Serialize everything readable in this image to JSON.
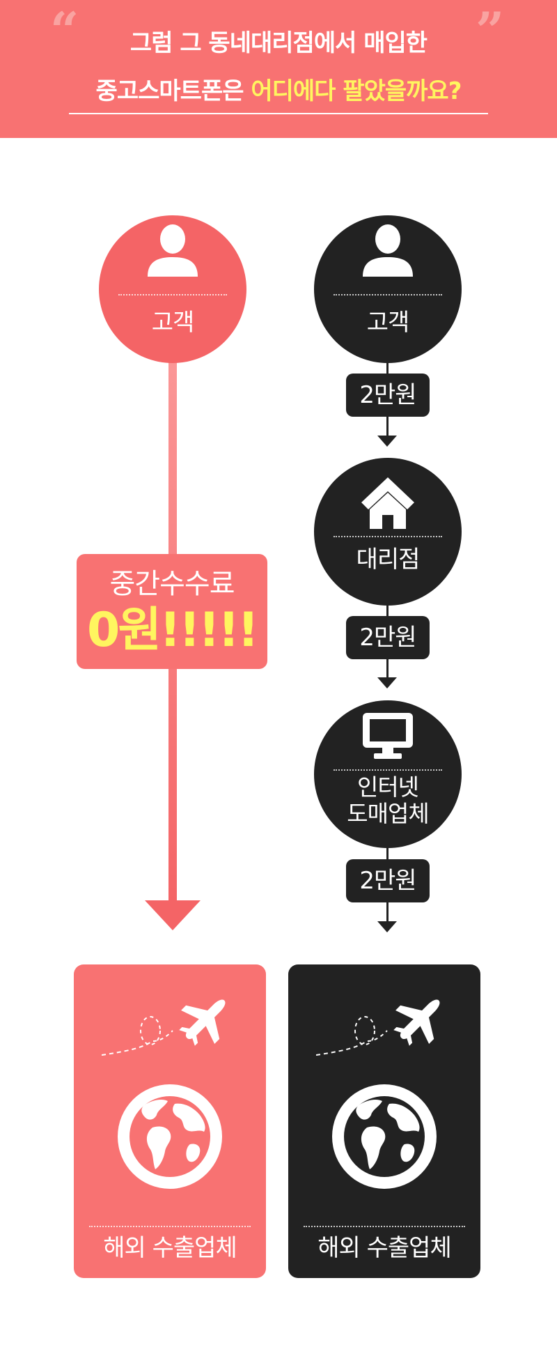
{
  "header": {
    "line1": "그럼 그 동네대리점에서 매입한",
    "line2_plain": "중고스마트폰은 ",
    "line2_highlight": "어디에다 팔았을까요?",
    "quote_open": "“",
    "quote_close": "”"
  },
  "direct_route": {
    "customer_label": "고객",
    "fee_label": "중간수수료",
    "fee_value": "0원!!!!!",
    "destination_label": "해외 수출업체"
  },
  "agency_route": {
    "customer_label": "고객",
    "agency_label": "대리점",
    "wholesaler_label_line1": "인터넷",
    "wholesaler_label_line2": "도매업체",
    "destination_label": "해외 수출업체",
    "fees": [
      "2만원",
      "2만원",
      "2만원"
    ]
  },
  "icons": {
    "customer": "person-icon",
    "agency": "house-icon",
    "wholesaler": "monitor-icon",
    "destination": [
      "airplane-icon",
      "globe-icon"
    ]
  },
  "colors": {
    "accent_red": "#f87272",
    "circle_red": "#f46466",
    "dark": "#222222",
    "highlight_yellow": "#fff55f"
  }
}
